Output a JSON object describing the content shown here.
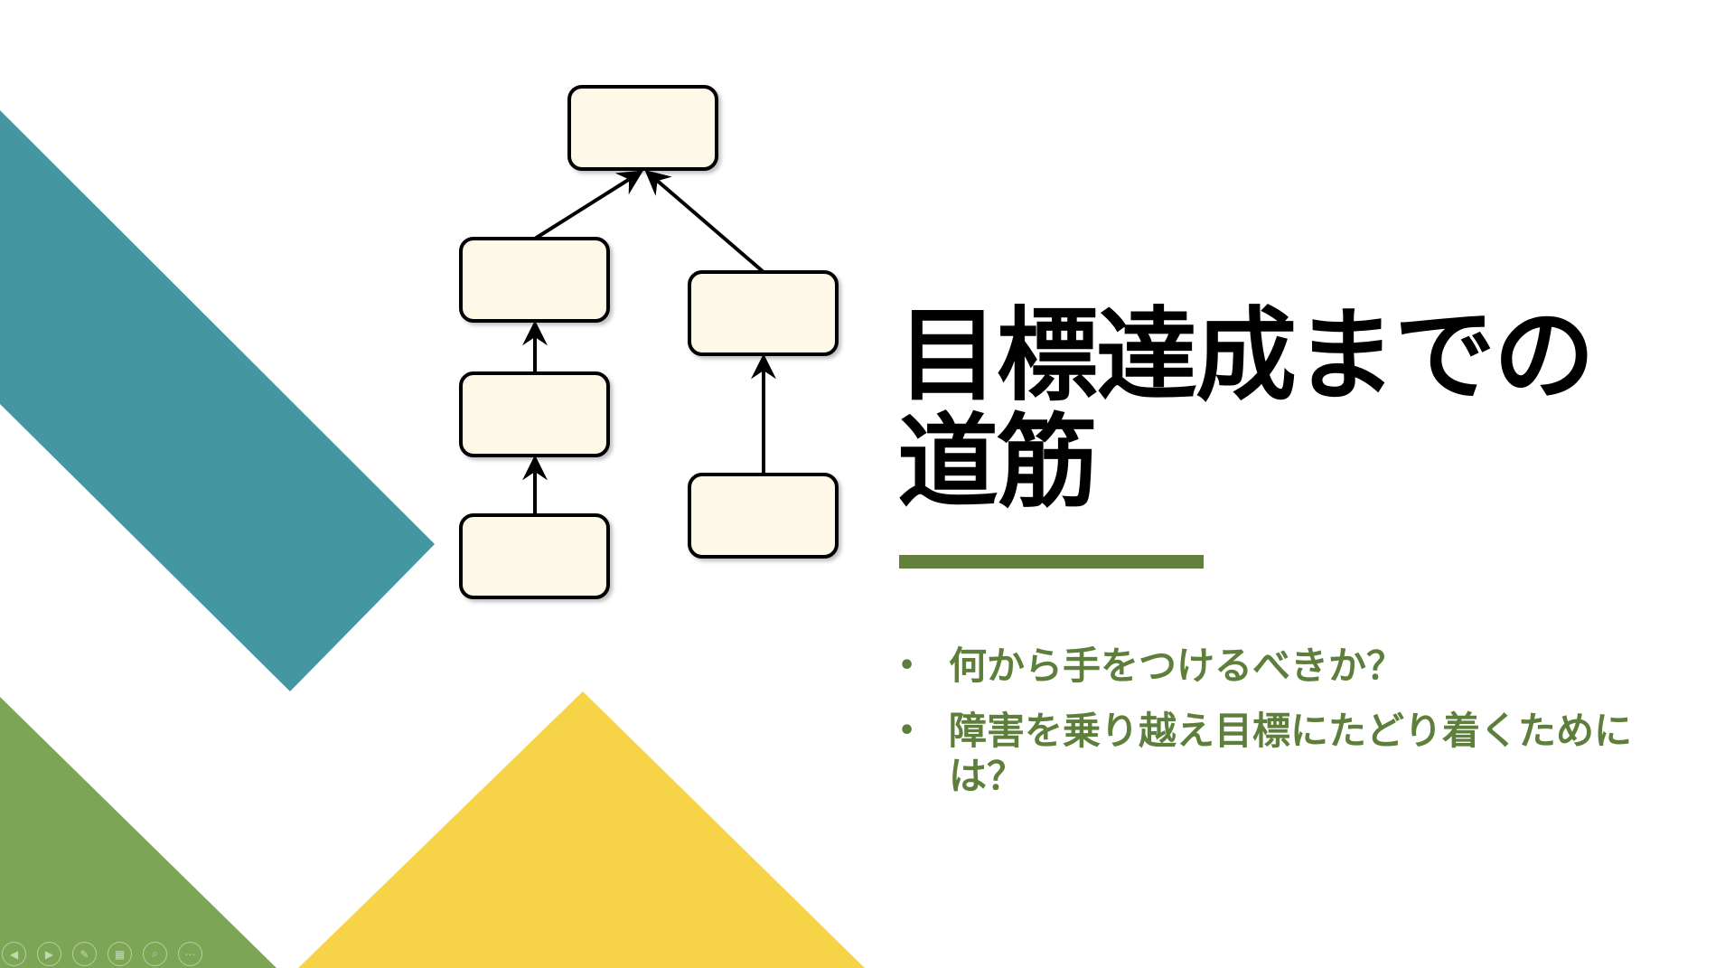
{
  "slide": {
    "title_line1": "目標達成までの",
    "title_line2": "道筋",
    "bullets": [
      "何から手をつけるべきか？",
      "障害を乗り越え目標にたどり着くためには？"
    ]
  },
  "colors": {
    "teal": "#4496A1",
    "green": "#7CA655",
    "yellow": "#F7D348",
    "accent_text": "#5E7F3C",
    "box_fill": "#FDF8E8"
  },
  "controls": [
    {
      "name": "previous-icon",
      "glyph": "◀"
    },
    {
      "name": "next-icon",
      "glyph": "▶"
    },
    {
      "name": "pen-icon",
      "glyph": "✎"
    },
    {
      "name": "slides-grid-icon",
      "glyph": "▦"
    },
    {
      "name": "zoom-icon",
      "glyph": "⌕"
    },
    {
      "name": "more-icon",
      "glyph": "⋯"
    }
  ]
}
